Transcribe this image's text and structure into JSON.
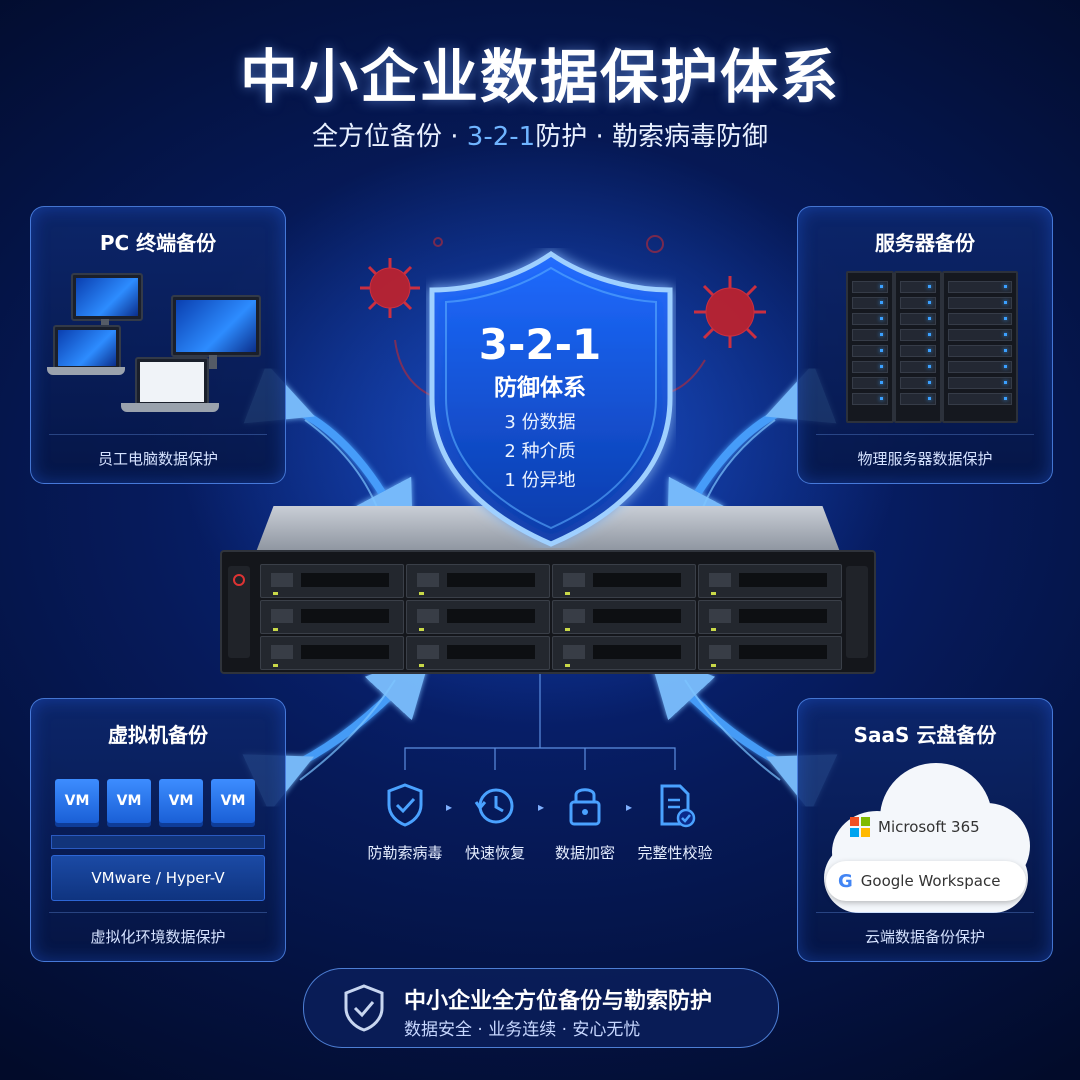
{
  "title": "中小企业数据保护体系",
  "subtitle": {
    "part1": "全方位备份 · ",
    "part2": "3-2-1",
    "part3": "防护 · 勒索病毒防御"
  },
  "cards": {
    "pc": {
      "title": "PC 终端备份",
      "caption": "员工电脑数据保护"
    },
    "server": {
      "title": "服务器备份",
      "caption": "物理服务器数据保护"
    },
    "vm": {
      "title": "虚拟机备份",
      "caption": "虚拟化环境数据保护",
      "vm_labels": [
        "VM",
        "VM",
        "VM",
        "VM"
      ],
      "platform": "VMware / Hyper-V"
    },
    "saas": {
      "title": "SaaS 云盘备份",
      "caption": "云端数据备份保护",
      "services": [
        "Microsoft 365",
        "Google Workspace"
      ]
    }
  },
  "shield": {
    "number": "3-2-1",
    "system": "防御体系",
    "lines": [
      "3 份数据",
      "2 种介质",
      "1 份异地"
    ]
  },
  "features": [
    {
      "icon": "shield-check-icon",
      "label": "防勒索病毒"
    },
    {
      "icon": "clock-restore-icon",
      "label": "快速恢复"
    },
    {
      "icon": "lock-icon",
      "label": "数据加密"
    },
    {
      "icon": "document-check-icon",
      "label": "完整性校验"
    }
  ],
  "bottom": {
    "title": "中小企业全方位备份与勒索防护",
    "tagline": "数据安全 · 业务连续 · 安心无忧"
  },
  "colors": {
    "accent": "#2d8cff",
    "virus": "#e0303a",
    "background": "#061a5a"
  }
}
